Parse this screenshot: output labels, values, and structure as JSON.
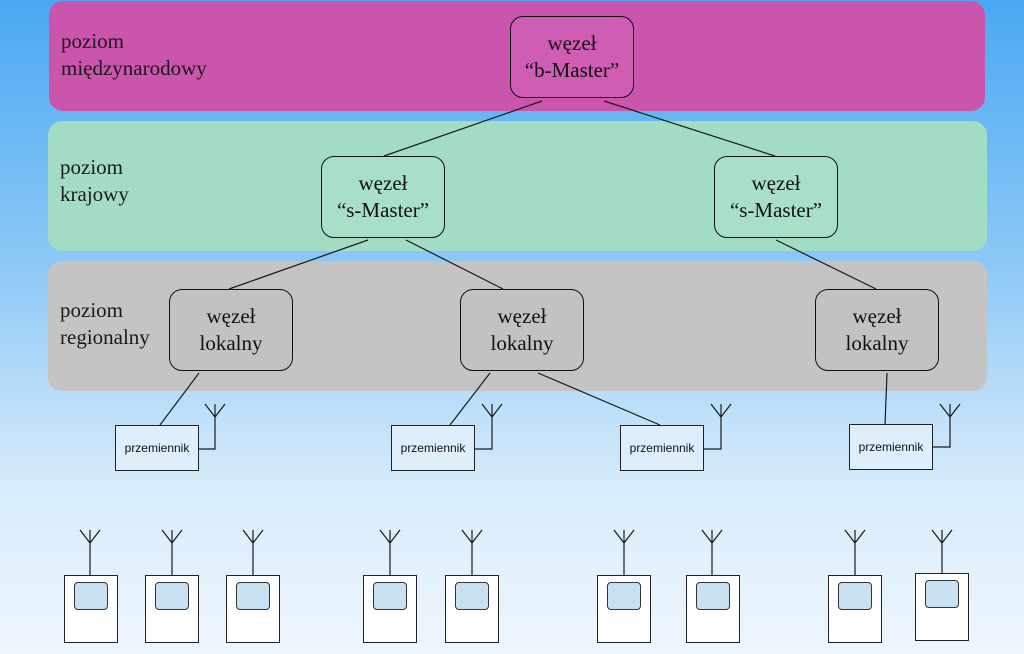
{
  "levels": {
    "international": {
      "line1": "poziom",
      "line2": "międzynarodowy"
    },
    "national": {
      "line1": "poziom",
      "line2": "krajowy"
    },
    "regional": {
      "line1": "poziom",
      "line2": "regionalny"
    }
  },
  "nodes": {
    "b_master": {
      "line1": "węzeł",
      "line2": "“b-Master”"
    },
    "s_master_left": {
      "line1": "węzeł",
      "line2": "“s-Master”"
    },
    "s_master_right": {
      "line1": "węzeł",
      "line2": "“s-Master”"
    },
    "local_1": {
      "line1": "węzeł",
      "line2": "lokalny"
    },
    "local_2": {
      "line1": "węzeł",
      "line2": "lokalny"
    },
    "local_3": {
      "line1": "węzeł",
      "line2": "lokalny"
    }
  },
  "repeaters": [
    {
      "label": "przemiennik"
    },
    {
      "label": "przemiennik"
    },
    {
      "label": "przemiennik"
    },
    {
      "label": "przemiennik"
    }
  ],
  "terminal_count": 9,
  "colors": {
    "international_band": "#cb54ad",
    "national_band": "#a3dcc5",
    "regional_band": "#c4c4c4",
    "background_top": "#4aa8f2",
    "background_bottom": "#eef6fd"
  }
}
